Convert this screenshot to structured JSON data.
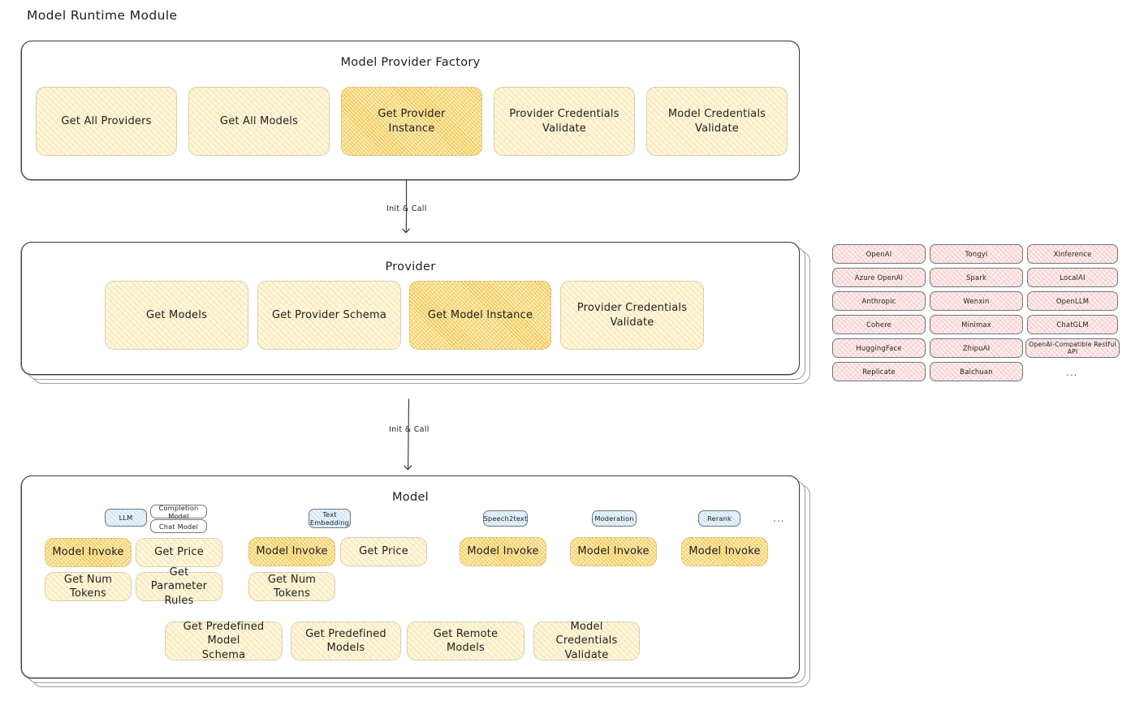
{
  "diagram": {
    "title": "Model Runtime Module",
    "accent_yellow": "#fdf6e0",
    "accent_yellow_highlight": "#fceec2",
    "accent_red": "#fdeeee",
    "accent_blue": "#e7f2fb",
    "stroke": "#343a40"
  },
  "factory": {
    "heading": "Model Provider Factory",
    "nodes": [
      {
        "label": "Get All Providers",
        "highlighted": false
      },
      {
        "label": "Get All Models",
        "highlighted": false
      },
      {
        "label": "Get Provider\nInstance",
        "highlighted": true
      },
      {
        "label": "Provider Credentials\nValidate",
        "highlighted": false
      },
      {
        "label": "Model Credentials\nValidate",
        "highlighted": false
      }
    ]
  },
  "arrows": [
    {
      "label": "Init & Call",
      "from": "factory",
      "to": "provider"
    },
    {
      "label": "Init & Call",
      "from": "provider",
      "to": "model"
    }
  ],
  "provider": {
    "heading": "Provider",
    "nodes": [
      {
        "label": "Get Models",
        "highlighted": false
      },
      {
        "label": "Get Provider Schema",
        "highlighted": false
      },
      {
        "label": "Get Model Instance",
        "highlighted": true
      },
      {
        "label": "Provider Credentials\nValidate",
        "highlighted": false
      }
    ]
  },
  "provider_list": {
    "columns": [
      [
        "OpenAI",
        "Azure OpenAI",
        "Anthropic",
        "Cohere",
        "HuggingFace",
        "Replicate"
      ],
      [
        "Tongyi",
        "Spark",
        "Wenxin",
        "Minimax",
        "ZhipuAI",
        "Baichuan"
      ],
      [
        "Xinference",
        "LocalAI",
        "OpenLLM",
        "ChatGLM",
        "OpenAI-Compatible Restful API"
      ]
    ],
    "more": "..."
  },
  "model": {
    "heading": "Model",
    "more": "...",
    "types": [
      {
        "badge": "LLM",
        "subtypes": [
          "Completion Model",
          "Chat Model"
        ],
        "nodes": [
          {
            "label": "Model Invoke",
            "highlighted": true
          },
          {
            "label": "Get Price",
            "highlighted": false
          },
          {
            "label": "Get Num Tokens",
            "highlighted": false
          },
          {
            "label": "Get Parameter\nRules",
            "highlighted": false
          }
        ]
      },
      {
        "badge": "Text\nEmbedding",
        "subtypes": [],
        "nodes": [
          {
            "label": "Model Invoke",
            "highlighted": true
          },
          {
            "label": "Get Price",
            "highlighted": false
          },
          {
            "label": "Get Num Tokens",
            "highlighted": false
          }
        ]
      },
      {
        "badge": "Speech2text",
        "subtypes": [],
        "nodes": [
          {
            "label": "Model Invoke",
            "highlighted": true
          }
        ]
      },
      {
        "badge": "Moderation",
        "subtypes": [],
        "nodes": [
          {
            "label": "Model Invoke",
            "highlighted": true
          }
        ]
      },
      {
        "badge": "Rerank",
        "subtypes": [],
        "nodes": [
          {
            "label": "Model Invoke",
            "highlighted": true
          }
        ]
      }
    ],
    "common_nodes": [
      {
        "label": "Get Predefined Model\nSchema"
      },
      {
        "label": "Get Predefined\nModels"
      },
      {
        "label": "Get Remote Models"
      },
      {
        "label": "Model Credentials\nValidate"
      }
    ]
  }
}
